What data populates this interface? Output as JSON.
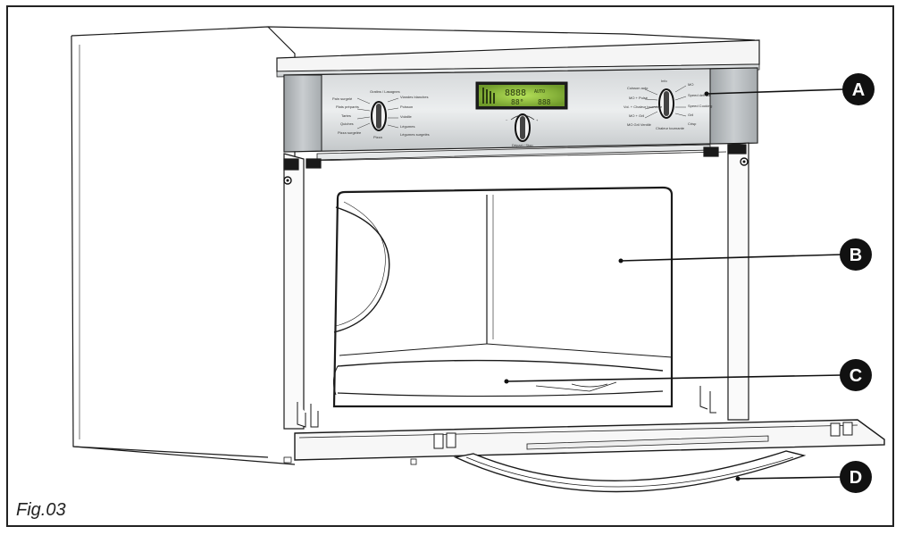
{
  "figure": {
    "label": "Fig.03"
  },
  "callouts": [
    {
      "letter": "A",
      "part": "control-panel"
    },
    {
      "letter": "B",
      "part": "cavity"
    },
    {
      "letter": "C",
      "part": "turntable"
    },
    {
      "letter": "D",
      "part": "door-handle"
    }
  ],
  "panel": {
    "left_knob_labels_left": [
      "Pain surgelé",
      "Plats préparés",
      "Tartes",
      "Quiches",
      "Pizza surgelée"
    ],
    "left_knob_labels_top": [
      "Gratins / Lasagnes"
    ],
    "left_knob_labels_right": [
      "Viandes blanches",
      "Poisson",
      "Volaille",
      "Légumes",
      "Légumes surgelés"
    ],
    "left_knob_labels_bottom": [
      "Pizza"
    ],
    "center_knob_label": "Départ / Stop",
    "center_minus": "–",
    "center_plus": "+",
    "lcd_word": "AUTO",
    "right_knob_labels_left": [
      "Cuisson auto",
      "MO + Pulsé",
      "Vol. + Chaleur tournante",
      "MO + Gril",
      "MO Gril Ventilé"
    ],
    "right_knob_labels_top": [
      "Info"
    ],
    "right_knob_labels_right": [
      "MO",
      "Speed defrost",
      "Speed Cooking",
      "Gril",
      "Crisp"
    ],
    "right_knob_labels_bottom": [
      "Chaleur tournante"
    ]
  },
  "colors": {
    "line": "#1a1a1a",
    "panel_steel": "#b9bdbf",
    "badge": "#111111",
    "lcd": "#8fbf3f"
  }
}
